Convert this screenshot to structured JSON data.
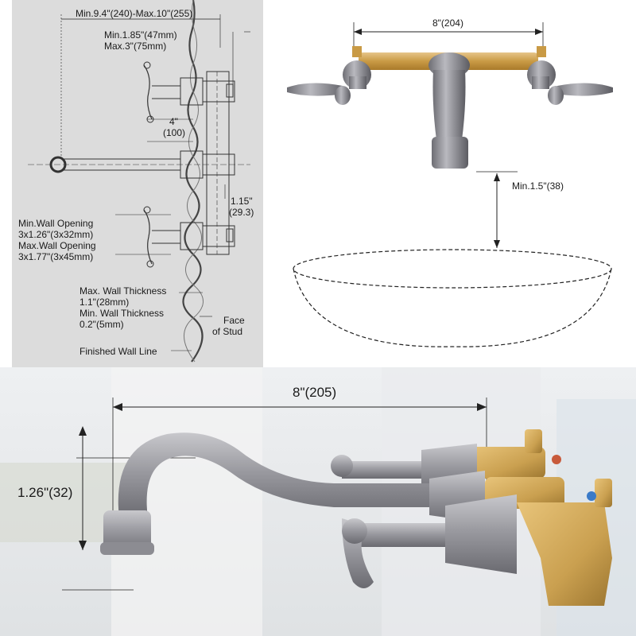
{
  "tech_drawing": {
    "overall_depth": "Min.9.4\"(240)-Max.10\"(255)",
    "handle_offset_min": "Min.1.85\"(47mm)",
    "handle_offset_max": "Max.3\"(75mm)",
    "spacing_in": "4\"",
    "spacing_mm": "(100)",
    "spout_offset_in": "1.15\"",
    "spout_offset_mm": "(29.3)",
    "wall_opening_min_label": "Min.Wall Opening",
    "wall_opening_min_value": "3x1.26\"(3x32mm)",
    "wall_opening_max_label": "Max.Wall Opening",
    "wall_opening_max_value": "3x1.77\"(3x45mm)",
    "max_wall_label": "Max. Wall Thickness",
    "max_wall_value": "1.1\"(28mm)",
    "min_wall_label": "Min. Wall Thickness",
    "min_wall_value": "0.2\"(5mm)",
    "face_of_stud_1": "Face",
    "face_of_stud_2": "of Stud",
    "finished_wall": "Finished Wall Line"
  },
  "front_view": {
    "width_label": "8\"(204)",
    "clearance_label": "Min.1.5\"(38)"
  },
  "photo": {
    "width_label": "8\"(205)",
    "height_label": "1.26\"(32)"
  },
  "colors": {
    "nickel": "#8d8d92",
    "brass": "#d4a94f",
    "drawing_bg": "#dcdcdc"
  }
}
